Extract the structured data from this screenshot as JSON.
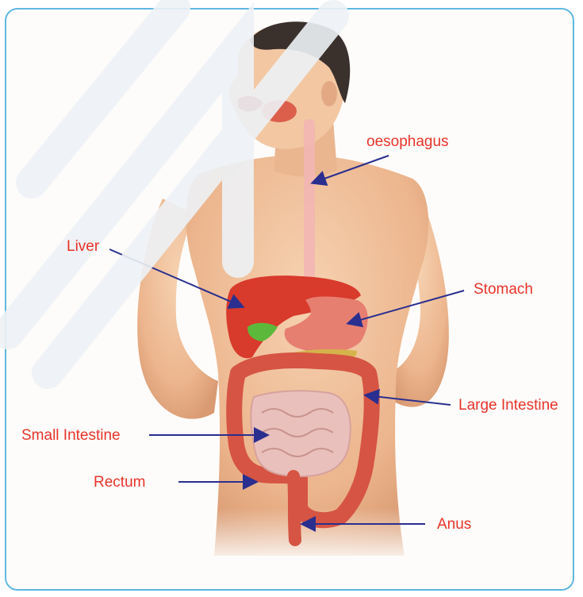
{
  "colors": {
    "frame": "#5fb8e0",
    "label": "#e8332a",
    "arrow": "#2a2f8f",
    "skin": "#f1c29c",
    "liver": "#d83a2c",
    "stomach": "#e77f71",
    "intestine": "#d65443",
    "small_intestine": "#e9c0bc"
  },
  "labels": {
    "oesophagus": "oesophagus",
    "liver": "Liver",
    "stomach": "Stomach",
    "large_intestine": "Large Intestine",
    "small_intestine": "Small Intestine",
    "rectum": "Rectum",
    "anus": "Anus"
  }
}
